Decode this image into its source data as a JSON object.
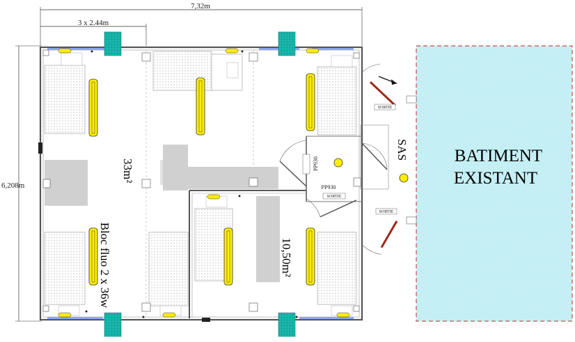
{
  "dimensions": {
    "total_width": "7,32m",
    "module_width": "3 x 2.44m",
    "total_depth": "6,208m"
  },
  "rooms": {
    "main_area": "33m²",
    "small_room": "10,50m²",
    "airlock": "SAS"
  },
  "lighting_note": "Bloc fluo 2 x 36w",
  "existing_building": {
    "line1": "BATIMENT",
    "line2": "EXISTANT"
  },
  "door_labels": {
    "pp930_top": "PP930",
    "pp930_bottom": "PP930",
    "exit_sign": "SORTIE"
  },
  "colors": {
    "wall": "#555555",
    "fluo_light": "#ffee00",
    "hvac_unit": "#1ab8b0",
    "existing_building_fill": "#c9f1f6",
    "existing_building_border": "#d04a4a",
    "door_leaf": "#9b2a1a",
    "hatch_furniture": "#e0e0e0"
  }
}
